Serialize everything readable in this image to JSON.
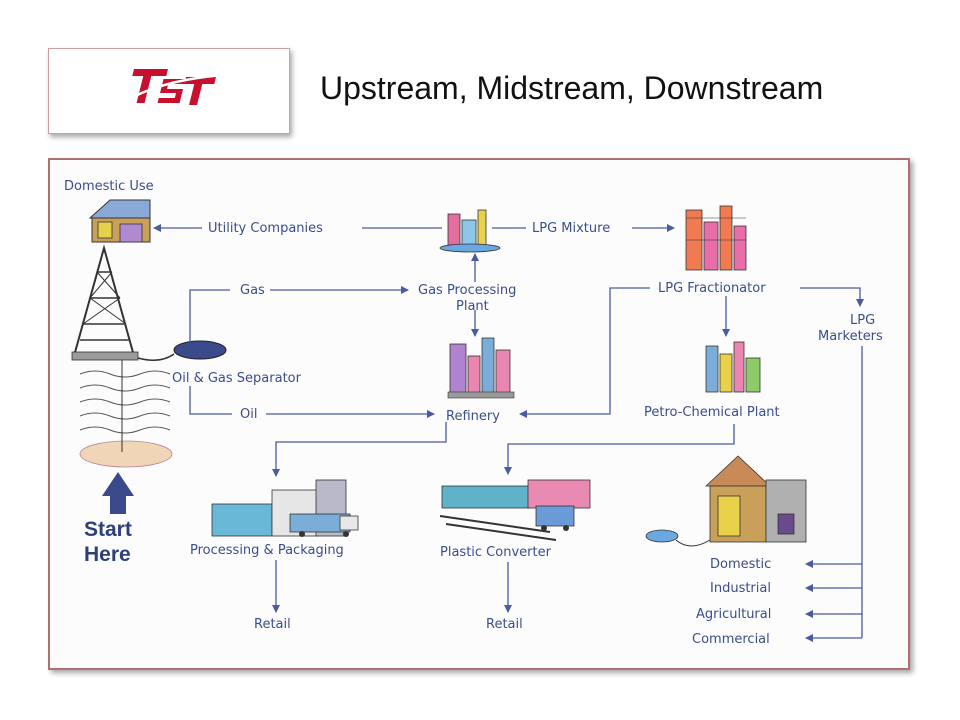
{
  "page": {
    "title": "Upstream, Midstream, Downstream"
  },
  "logo": {
    "text": "TST"
  },
  "diagram": {
    "domestic_use": "Domestic Use",
    "utility_companies": "Utility Companies",
    "lpg_mixture": "LPG Mixture",
    "gas": "Gas",
    "gas_processing_plant_1": "Gas Processing",
    "gas_processing_plant_2": "Plant",
    "lpg_fractionator": "LPG Fractionator",
    "lpg_marketers_1": "LPG",
    "lpg_marketers_2": "Marketers",
    "oil_gas_separator": "Oil & Gas Separator",
    "oil": "Oil",
    "refinery": "Refinery",
    "petro_chemical_plant": "Petro-Chemical Plant",
    "start_here_1": "Start",
    "start_here_2": "Here",
    "processing_packaging": "Processing & Packaging",
    "plastic_converter": "Plastic Converter",
    "retail_1": "Retail",
    "retail_2": "Retail",
    "domestic": "Domestic",
    "industrial": "Industrial",
    "agricultural": "Agricultural",
    "commercial": "Commercial"
  },
  "colors": {
    "logo_red": "#c8102e",
    "line_blue": "#4a5ba0",
    "frame": "#b07070"
  }
}
